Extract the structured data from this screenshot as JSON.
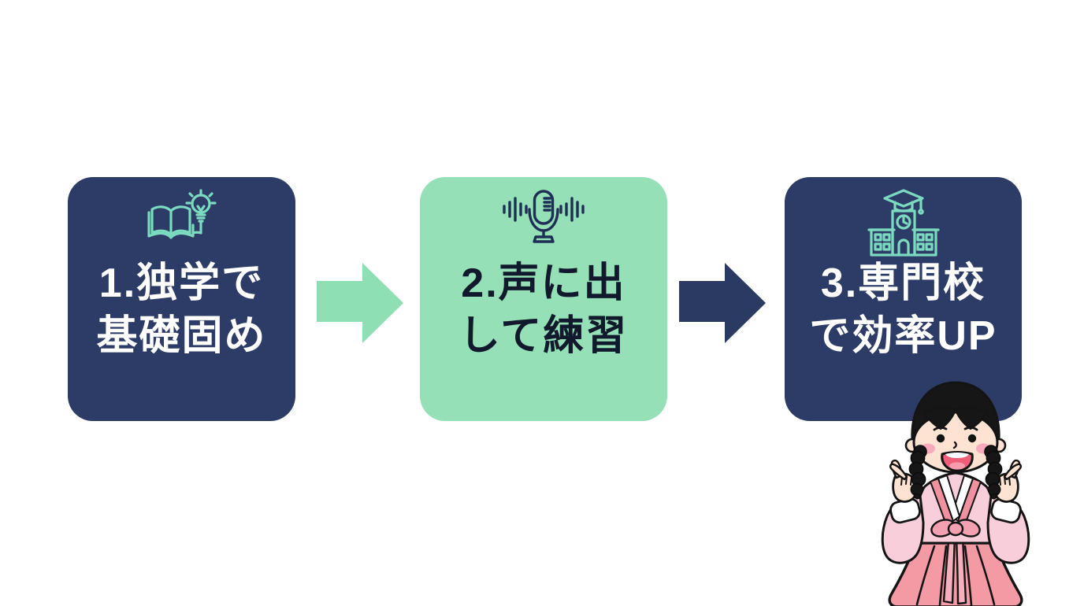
{
  "colors": {
    "navy_box": "#2d3c66",
    "mint_box": "#95e0b6",
    "icon_teal": "#7bdac0",
    "icon_navy": "#1d2f55",
    "text_light": "#ffffff",
    "text_dark": "#111a2c"
  },
  "steps": [
    {
      "icon": "open-book-lightbulb-icon",
      "line1": "1.独学で",
      "line2": "基礎固め",
      "bg": "#2d3c66",
      "text_color": "#ffffff"
    },
    {
      "icon": "microphone-soundwave-icon",
      "line1": "2.声に出",
      "line2": "して練習",
      "bg": "#95e0b6",
      "text_color": "#111a2c"
    },
    {
      "icon": "school-building-icon",
      "line1": "3.専門校",
      "line2": "で効率UP",
      "bg": "#2d3c66",
      "text_color": "#ffffff"
    }
  ],
  "arrows": [
    {
      "direction": "right",
      "color": "#8fdfb5"
    },
    {
      "direction": "right",
      "color": "#2a3a62"
    }
  ],
  "illustration": {
    "name": "girl-in-hanbok-finger-hearts",
    "palette": {
      "hair": "#161616",
      "skin": "#ffe3d2",
      "cheek": "#f7abbd",
      "mouth": "#ef5e78",
      "jeogori_pink": "#f8ceda",
      "trim_pink": "#f0919f",
      "ribbon_pink": "#f6b0bd",
      "skirt_pink": "#f49aa4",
      "outline": "#141414"
    }
  }
}
